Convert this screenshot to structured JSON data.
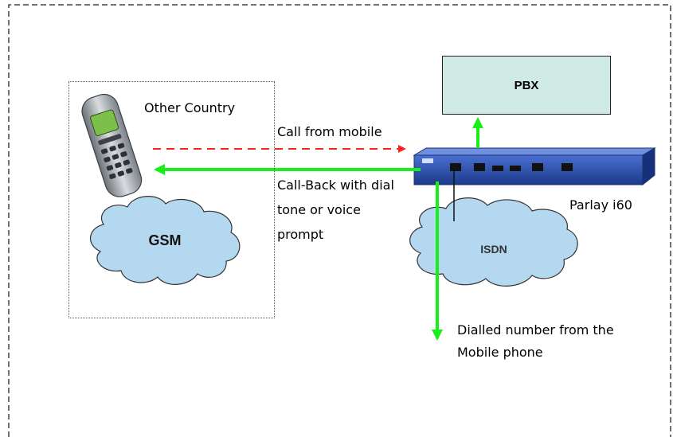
{
  "diagram": {
    "pbx_label": "PBX",
    "region_label": "Other Country",
    "call_from_mobile": "Call from mobile",
    "callback_lines": [
      "Call-Back with dial",
      "tone or voice",
      "prompt"
    ],
    "device_label": "Parlay i60",
    "gsm_label": "GSM",
    "isdn_label": "ISDN",
    "dialled_lines": [
      "Dialled number from the",
      "Mobile phone"
    ]
  },
  "colors": {
    "arrow_green": "#19f019",
    "arrow_red": "#ff2020",
    "pbx_fill": "#cfe9e5",
    "cloud_fill": "#b5d8f1",
    "device_blue": "#2a4fb0"
  },
  "icons": [
    "mobile-phone-icon",
    "gsm-cloud-icon",
    "isdn-cloud-icon",
    "parlay-device-icon"
  ]
}
